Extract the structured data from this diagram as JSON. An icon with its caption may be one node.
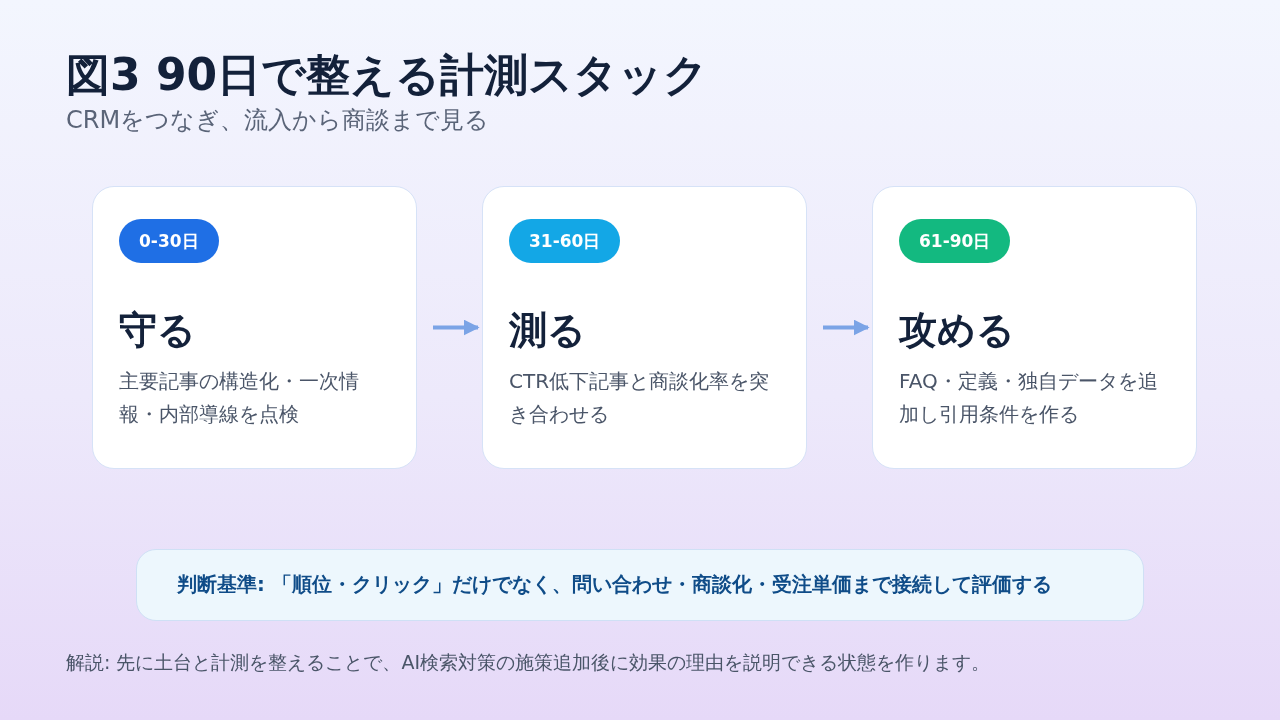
{
  "diagram": {
    "title": "図3 90日で整える計測スタック",
    "caption": "解説: 先に土台と計測を整えることで、AI検索対策の施策追加後に効果の理由を説明できる状態を作ります。",
    "nodes": [
      {
        "text": [
          "0-30日",
          "守る",
          "主要記事の構造化・一次情報・内部導線を点検"
        ]
      },
      {
        "text": [
          "31-60日",
          "測る",
          "CTR低下記事と商談化率を突き合わせる"
        ]
      },
      {
        "text": [
          "61-90日",
          "攻める",
          "FAQ・定義・独自データを追加し引用条件を作る"
        ]
      },
      {
        "text": [
          "判断基準: 「順位・クリック」だけでなく、問い合わせ・商談化・受注単価まで接続して評価する"
        ]
      }
    ],
    "edges": [
      {
        "from": 0,
        "to": 1,
        "arrow": "to"
      },
      {
        "from": 1,
        "to": 2,
        "arrow": "to"
      }
    ],
    "labels": [
      "CRMをつなぎ、流入から商談まで見る"
    ]
  }
}
